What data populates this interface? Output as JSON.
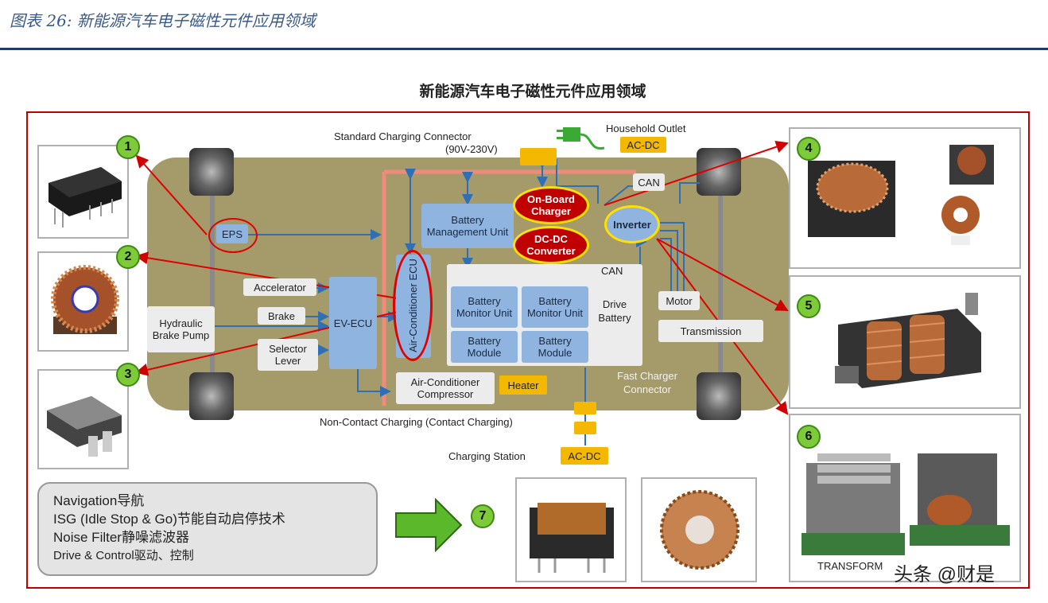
{
  "header": {
    "title": "图表 26:  新能源汽车电子磁性元件应用领域"
  },
  "diagram_title": "新能源汽车电子磁性元件应用领域",
  "labels": {
    "standard_charging_connector": "Standard Charging Connector",
    "standard_charging_voltage": "(90V-230V)",
    "household_outlet": "Household Outlet",
    "ac_dc_top": "AC-DC",
    "can_top": "CAN",
    "can_mid": "CAN",
    "eps": "EPS",
    "battery_management_unit": "Battery Management Unit",
    "on_board_charger": "On-Board Charger",
    "dc_dc_converter": "DC-DC Converter",
    "inverter": "Inverter",
    "air_conditioner_ecu": "Air-Conditioner ECU",
    "accelerator": "Accelerator",
    "brake": "Brake",
    "hydraulic_brake_pump": "Hydraulic Brake Pump",
    "selector_lever": "Selector Lever",
    "ev_ecu": "EV-ECU",
    "battery_monitor_unit_1": "Battery Monitor Unit",
    "battery_monitor_unit_2": "Battery Monitor Unit",
    "battery_module_1": "Battery Module",
    "battery_module_2": "Battery Module",
    "drive_battery": "Drive Battery",
    "motor": "Motor",
    "transmission": "Transmission",
    "air_conditioner_compressor": "Air-Conditioner Compressor",
    "heater": "Heater",
    "fast_charger_connector": "Fast Charger Connector",
    "non_contact_charging": "Non-Contact Charging (Contact Charging)",
    "charging_station": "Charging Station",
    "ac_dc_bottom": "AC-DC",
    "transformer_caption": "TRANSFORM"
  },
  "markers": [
    "1",
    "2",
    "3",
    "4",
    "5",
    "6",
    "7"
  ],
  "legend": {
    "line1": "Navigation导航",
    "line2": "ISG (Idle Stop & Go)节能自动启停技术",
    "line3": "Noise Filter静噪滤波器",
    "line4": "Drive & Control驱动、控制"
  },
  "watermark": "头条 @财是",
  "colors": {
    "car_body": "#a59a6a",
    "ecu_box": "#8fb4e0",
    "highlight_red": "#c00000",
    "marker_green": "#7ecb3a",
    "accent_yellow": "#f5b800",
    "header_blue": "#1e3a6e"
  },
  "icons": [
    "plug-icon",
    "right-arrow-icon"
  ]
}
